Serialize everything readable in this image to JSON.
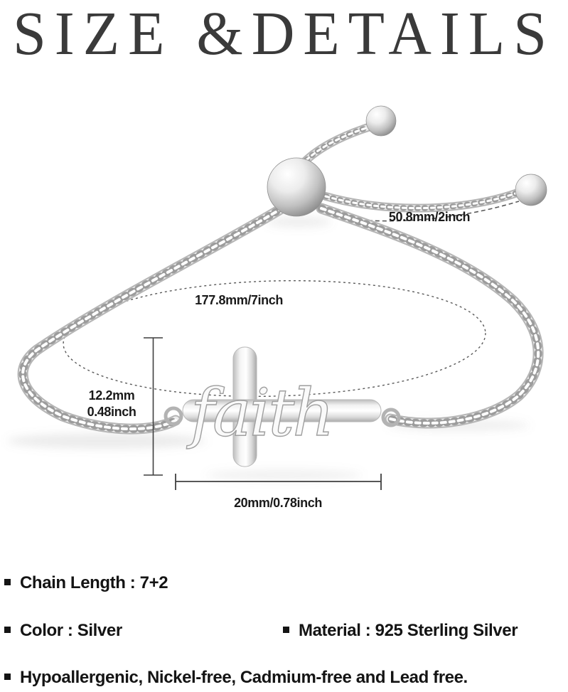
{
  "title": "SIZE &DETAILS",
  "annotations": {
    "adjustable_length": "50.8mm/2inch",
    "chain_length": "177.8mm/7inch",
    "pendant_height_mm": "12.2mm",
    "pendant_height_inch": "0.48inch",
    "pendant_width": "20mm/0.78inch",
    "pendant_engraving": "faith"
  },
  "details": {
    "chain_length": "Chain Length : 7+2",
    "color": "Color : Silver",
    "material": "Material :  925 Sterling Silver",
    "safety": "Hypoallergenic, Nickel-free, Cadmium-free and Lead free."
  },
  "colors": {
    "title_text": "#3a3a3a",
    "body_text": "#141414",
    "dimension_lines": "#3f3f3f",
    "silver_highlight": "#ffffff",
    "silver_light": "#ececec",
    "silver_mid": "#c0c0c0",
    "silver_dark": "#7e7e7e",
    "background": "#ffffff"
  }
}
